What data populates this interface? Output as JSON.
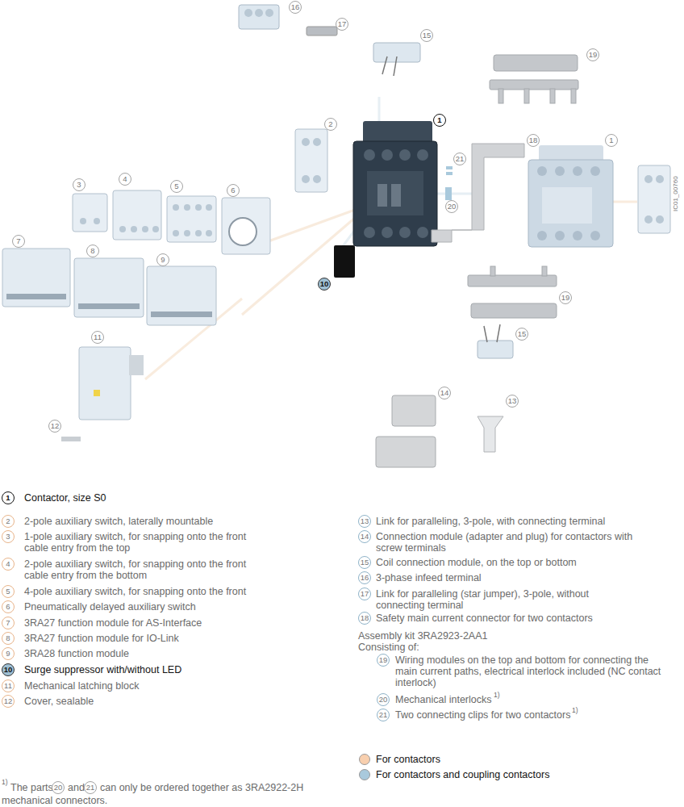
{
  "diagram": {
    "labels": [
      "16",
      "17",
      "15",
      "19",
      "1",
      "2",
      "18",
      "1",
      "21",
      "20",
      "3",
      "4",
      "5",
      "6",
      "7",
      "8",
      "9",
      "10",
      "19",
      "15",
      "11",
      "12",
      "14",
      "13",
      "IC01_00760",
      "1",
      "Contactor, size S0",
      "2",
      "2-pole auxiliary switch, laterally mountable",
      "3",
      "1-pole auxiliary switch, for snapping onto the front cable entry from the top",
      "4",
      "2-pole auxiliary switch, for snapping onto the front cable entry from the bottom",
      "5",
      "4-pole auxiliary switch, for snapping onto the front",
      "6",
      "Pneumatically delayed auxiliary switch",
      "7",
      "3RA27 function module for AS-Interface",
      "8",
      "3RA27 function module for IO-Link",
      "9",
      "3RA28 function module",
      "10",
      "Surge suppressor with/without LED",
      "11",
      "Mechanical latching block",
      "12",
      "Cover, sealable",
      "13",
      "Link for paralleling, 3-pole, with connecting terminal",
      "14",
      "Connection module (adapter and plug) for contactors with screw terminals",
      "15",
      "Coil connection module, on the top or bottom",
      "16",
      "3-phase infeed terminal",
      "17",
      "Link for paralleling (star jumper), 3-pole, without connecting terminal",
      "18",
      "Safety main current connector for two contactors",
      "Assembly kit 3RA2923-2AA1",
      "Consisting of:",
      "19",
      "Wiring modules on the top and bottom for connecting the main current paths, electrical interlock included (NC contact interlock)",
      "20",
      "Mechanical interlocks",
      "1)",
      "21",
      "Two connecting clips for two contactors",
      "1)",
      "1)",
      "The parts",
      "20",
      "and",
      "21",
      "can only be ordered together as 3RA2922-2H",
      "mechanical connectors."
    ],
    "legend": [
      {
        "text": "For contactors",
        "color": "#f8cfae"
      },
      {
        "text": "For contactors and coupling contactors",
        "color": "#a9c9dc"
      }
    ]
  }
}
